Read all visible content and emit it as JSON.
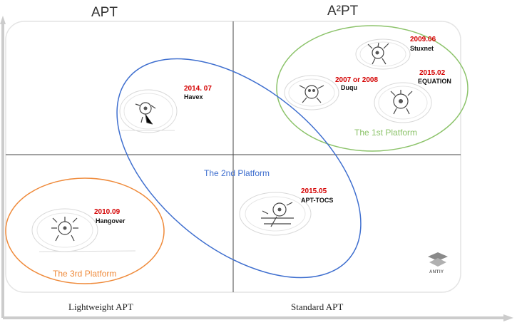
{
  "quadrant_titles": {
    "left": "APT",
    "right": "A²PT"
  },
  "platforms": {
    "first": {
      "label": "The 1st Platform",
      "color": "#8cc36a"
    },
    "second": {
      "label": "The 2nd Platform",
      "color": "#3f6fcf"
    },
    "third": {
      "label": "The 3rd Platform",
      "color": "#ef8a3a"
    }
  },
  "threats": [
    {
      "date": "2009.06",
      "name": "Stuxnet",
      "icon": "malware-sketch-icon"
    },
    {
      "date": "2007 or 2008",
      "name": "Duqu",
      "icon": "malware-sketch-icon"
    },
    {
      "date": "2015.02",
      "name": "EQUATION",
      "icon": "malware-sketch-icon"
    },
    {
      "date": "2014. 07",
      "name": "Havex",
      "icon": "malware-sketch-icon"
    },
    {
      "date": "2015.05",
      "name": "APT-TOCS",
      "icon": "malware-sketch-icon"
    },
    {
      "date": "2010.09",
      "name": "Hangover",
      "icon": "malware-sketch-icon"
    }
  ],
  "axis": {
    "left_label": "Lightweight APT",
    "right_label": "Standard APT"
  },
  "logo": {
    "text": "ANTIY",
    "icon": "antiy-logo-icon"
  },
  "colors": {
    "date": "#d40000",
    "axis": "#cccccc"
  }
}
